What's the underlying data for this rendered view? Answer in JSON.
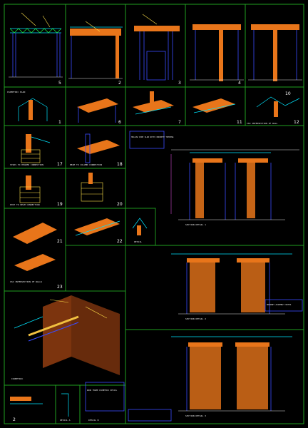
{
  "sheet": {
    "background": "#000000",
    "colors": {
      "frame": "#22a322",
      "member_cyan": "#00e5ff",
      "member_blue": "#3a4cff",
      "infill_orange": "#e8751a",
      "note_yellow": "#ffe14a",
      "text": "#e8e8e8"
    }
  },
  "detail_numbers": {
    "top_row": [
      "5",
      "2",
      "3",
      "4"
    ],
    "row_two": [
      "1",
      "6",
      "7",
      "11",
      "12",
      "10"
    ],
    "row_three": [
      "17",
      "18"
    ],
    "row_four": [
      "19",
      "20"
    ],
    "row_five": [
      "21",
      "22",
      "23"
    ],
    "bottom": [
      "2"
    ]
  },
  "captions": {
    "row_two_left": "ISOMETRIC PLAN",
    "row_two_right": "ISO INTERSECTION OF WALL",
    "row_three_a": "STUDS TO HEADER CONNECTION",
    "row_three_b": "BEAM TO COLUMN CONNECTION",
    "row_four_a": "POST TO BEAM CONNECTION",
    "row_five_a": "ISO INTERSECTION OF WALLS",
    "mid_note": "DETAIL",
    "right_top": "SECTION DETAIL 1",
    "right_mid": "SECTION DETAIL 2",
    "right_bottom": "SECTION DETAIL 3",
    "lower_left": "ISOMETRIC",
    "bottom_a": "DETAIL A",
    "bottom_b": "DETAIL B"
  },
  "blue_note_boxes": [
    "HOLLOW CORE SLAB WITH CONCRETE TOPPING",
    "MASONRY ASSEMBLY NOTES",
    "WOOD FRAME ISOMETRIC DETAIL"
  ]
}
